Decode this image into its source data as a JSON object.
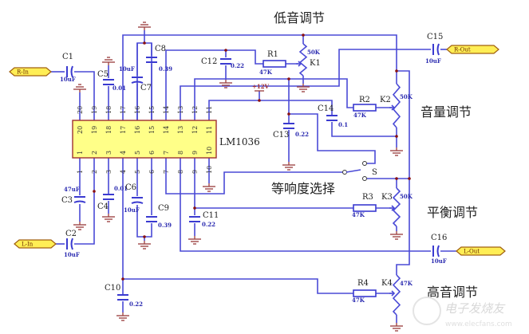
{
  "ic": {
    "name": "LM1036",
    "pins_top": [
      "20",
      "19",
      "18",
      "17",
      "16",
      "15",
      "14",
      "13",
      "12",
      "11"
    ],
    "pins_bottom": [
      "1",
      "2",
      "3",
      "4",
      "5",
      "6",
      "7",
      "8",
      "9",
      "10"
    ]
  },
  "ports": {
    "r_in": "R-In",
    "l_in": "L-In",
    "r_out": "R-Out",
    "l_out": "L-Out"
  },
  "supply": "+12V",
  "switch_label": "S",
  "components": {
    "C1": {
      "label": "C1",
      "value": "10uF"
    },
    "C2": {
      "label": "C2",
      "value": "10uF"
    },
    "C3": {
      "label": "C3",
      "value": "47uF"
    },
    "C4": {
      "label": "C4",
      "value": "0.01"
    },
    "C5": {
      "label": "C5",
      "value": "0.01"
    },
    "C6": {
      "label": "C6",
      "value": "10uF"
    },
    "C7": {
      "label": "C7",
      "value": "10uF"
    },
    "C8": {
      "label": "C8",
      "value": "0.39"
    },
    "C9": {
      "label": "C9",
      "value": "0.39"
    },
    "C10": {
      "label": "C10",
      "value": "0.22"
    },
    "C11": {
      "label": "C11",
      "value": "0.22"
    },
    "C12": {
      "label": "C12",
      "value": "0.22"
    },
    "C13": {
      "label": "C13",
      "value": "0.22"
    },
    "C14": {
      "label": "C14",
      "value": "0.1"
    },
    "C15": {
      "label": "C15",
      "value": "10uF"
    },
    "C16": {
      "label": "C16",
      "value": "10uF"
    },
    "R1": {
      "label": "R1",
      "value": "47K"
    },
    "R2": {
      "label": "R2",
      "value": "47K"
    },
    "R3": {
      "label": "R3",
      "value": "47K"
    },
    "R4": {
      "label": "R4",
      "value": "47K"
    },
    "K1": {
      "label": "K1",
      "value": "50K"
    },
    "K2": {
      "label": "K2",
      "value": "50K"
    },
    "K3": {
      "label": "K3",
      "value": "50K"
    },
    "K4": {
      "label": "K4",
      "value": "47K"
    }
  },
  "annotations": {
    "bass": "低音调节",
    "volume": "音量调节",
    "loudness": "等响度选择",
    "balance": "平衡调节",
    "treble": "高音调节"
  },
  "watermark": {
    "brand": "电子发烧友",
    "url": "www.elecfans.com"
  }
}
